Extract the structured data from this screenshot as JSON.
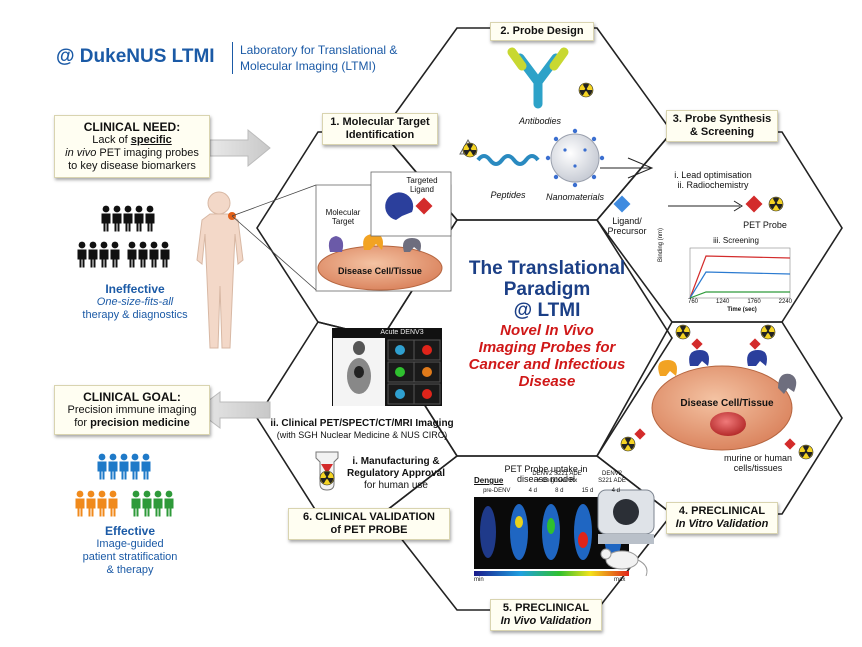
{
  "logo": {
    "brand": "@ DukeNUS LTMI",
    "subtitle_line1": "Laboratory for Translational &",
    "subtitle_line2": "Molecular Imaging (LTMI)"
  },
  "clinical_need": {
    "heading": "CLINICAL NEED:",
    "line1_prefix": "Lack of ",
    "line1_emph": "specific",
    "line2_italic": "in vivo",
    "line2_rest": " PET imaging probes",
    "line3": "to key disease biomarkers"
  },
  "ineffective": {
    "title": "Ineffective",
    "line1": "One-size-fits-all",
    "line2": "therapy & diagnostics"
  },
  "clinical_goal": {
    "heading": "CLINICAL GOAL:",
    "line1": "Precision immune imaging",
    "line2_prefix": "for ",
    "line2_emph": "precision medicine"
  },
  "effective": {
    "title": "Effective",
    "line1": "Image-guided",
    "line2": "patient stratification",
    "line3": "& therapy"
  },
  "center": {
    "title_line1": "The Translational",
    "title_line2": "Paradigm",
    "title_line3": "@ LTMI",
    "sub_line1": "Novel In Vivo",
    "sub_line2": "Imaging Probes for",
    "sub_line3": "Cancer and Infectious",
    "sub_line4": "Disease"
  },
  "steps": {
    "s1_line1": "1. Molecular Target",
    "s1_line2": "Identification",
    "s2": "2. Probe Design",
    "s3_line1": "3. Probe Synthesis",
    "s3_line2": "& Screening",
    "s4_line1": "4. PRECLINICAL",
    "s4_line2": "In Vitro Validation",
    "s5_line1": "5. PRECLINICAL",
    "s5_line2": "In Vivo Validation",
    "s6_line1": "6. CLINICAL VALIDATION",
    "s6_line2": "of PET PROBE"
  },
  "hex1": {
    "targeted_ligand_line1": "Targeted",
    "targeted_ligand_line2": "Ligand",
    "molecular_target_line1": "Molecular",
    "molecular_target_line2": "Target",
    "disease_cell": "Disease Cell/Tissue"
  },
  "hex2": {
    "antibodies": "Antibodies",
    "peptides": "Peptides",
    "nanomaterials": "Nanomaterials"
  },
  "hex3": {
    "step_i": "i. Lead optimisation",
    "step_ii": "ii. Radiochemistry",
    "ligand_line1": "Ligand/",
    "ligand_line2": "Precursor",
    "pet_probe": "PET Probe",
    "screening": "iii. Screening",
    "y_axis": "Binding (nm)",
    "x_axis": "Time (sec)",
    "x_ticks": [
      "760",
      "1240",
      "1760",
      "2240"
    ]
  },
  "hex4": {
    "disease_cell": "Disease Cell/Tissue",
    "murine_line1": "murine or human",
    "murine_line2": "cells/tissues"
  },
  "hex5": {
    "uptake_line1": "PET Probe uptake in",
    "uptake_line2": "disease model",
    "dengue": "Dengue",
    "group_a_line1": "DENV2 S221 ADE",
    "group_a_line2": "+ Celgosivir Rx",
    "group_b_line1": "DENV2",
    "group_b_line2": "S221 ADE",
    "timepoints": [
      "pre-DENV",
      "4 d",
      "8 d",
      "15 d",
      "4 d"
    ],
    "scale_min": "min",
    "scale_max": "max"
  },
  "hex6": {
    "scan_caption": "Acute DENV3",
    "clinical_line1": "ii. Clinical PET/SPECT/CT/MRI Imaging",
    "clinical_line2": "(with SGH Nuclear Medicine & NUS CIRC)",
    "manuf_line1": "i. Manufacturing &",
    "manuf_line2": "Regulatory Approval",
    "manuf_line3": "for human use"
  },
  "colors": {
    "duke_blue": "#1b5aa6",
    "accent_red": "#d01818",
    "title_navy": "#1b3f86",
    "cell_orange": "#e39a6e",
    "people_black": "#111111",
    "people_blue": "#1f7ac8",
    "people_orange": "#f08a1c",
    "people_green": "#2e9a3a"
  }
}
